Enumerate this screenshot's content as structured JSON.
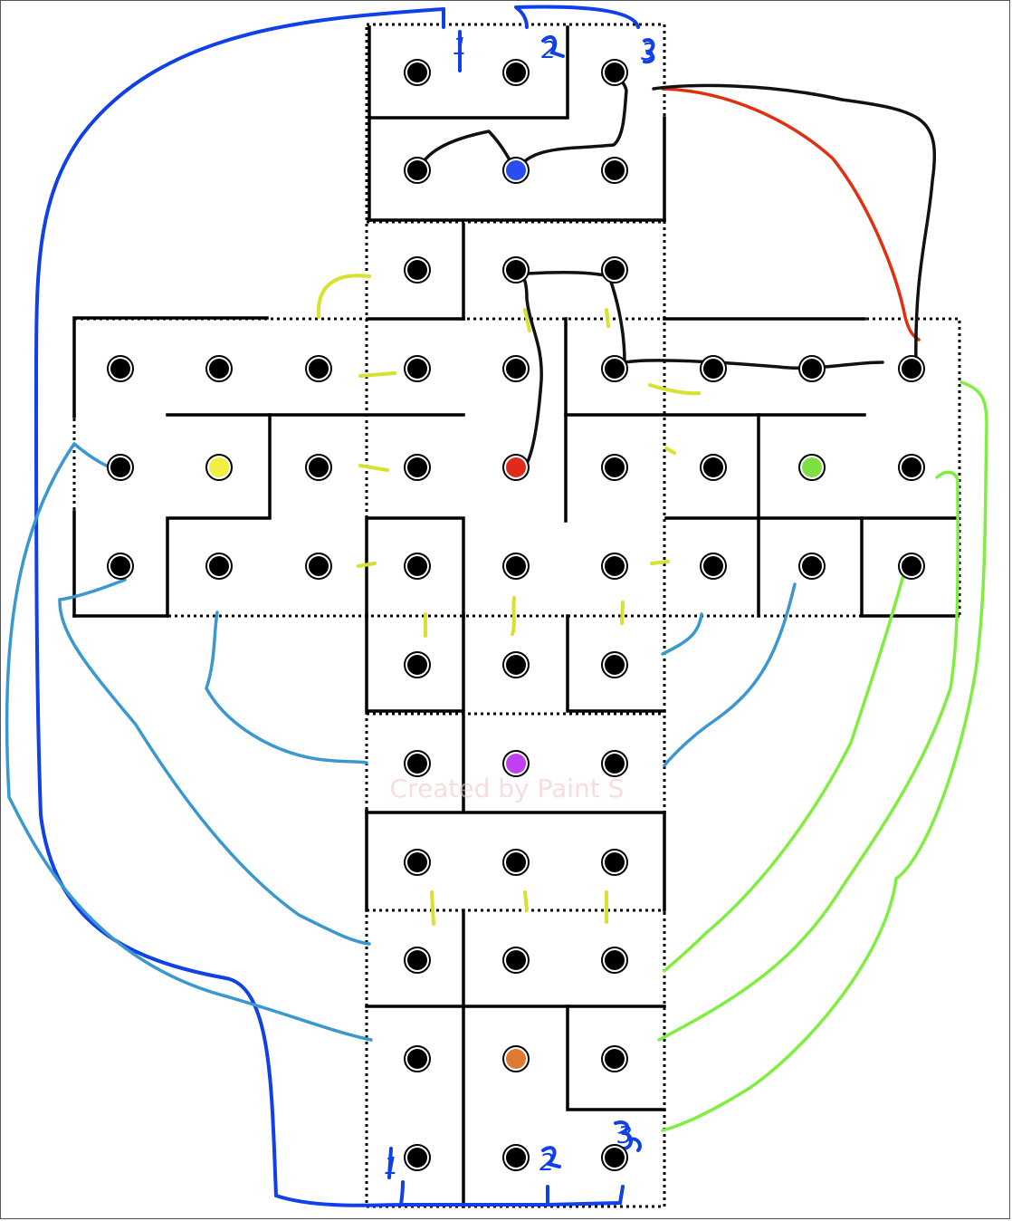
{
  "diagram": {
    "colors": {
      "wall": "#000000",
      "dot": "#000000",
      "blue_marker": "#2a4df0",
      "red_marker": "#e02a1a",
      "yellow_marker": "#f0f040",
      "green_marker": "#7ee040",
      "purple_marker": "#c040f0",
      "orange_marker": "#e07a30",
      "link_dark_blue": "#1040e8",
      "link_light_blue": "#3a98d0",
      "link_green": "#80ee40",
      "link_yellow": "#d8e030",
      "link_red": "#e03010",
      "link_black": "#111111"
    },
    "top_labels": [
      "1",
      "2",
      "3"
    ],
    "bottom_labels": [
      "1",
      "2",
      "3"
    ],
    "watermark": "Created by Paint S"
  }
}
